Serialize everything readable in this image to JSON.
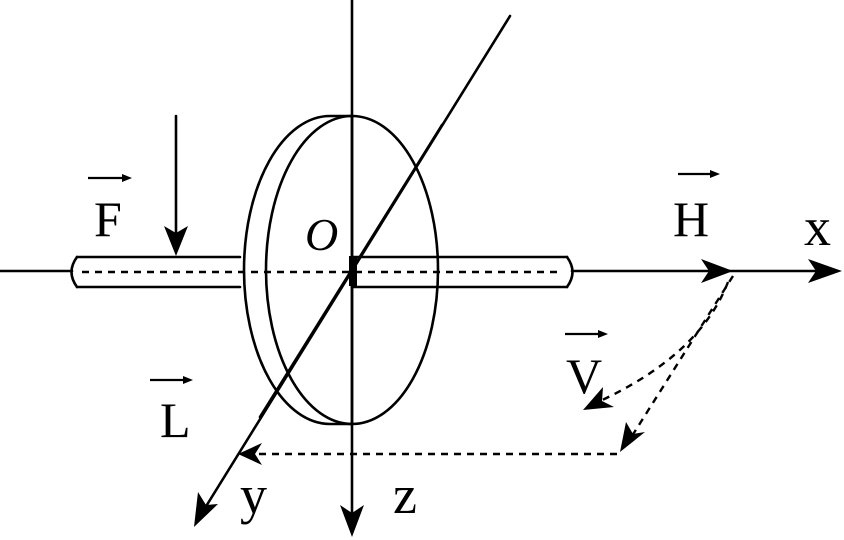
{
  "labels": {
    "origin": "O",
    "x_axis": "x",
    "y_axis": "y",
    "z_axis": "z",
    "force": "F",
    "angular_momentum": "H",
    "torque": "L",
    "velocity": "V"
  },
  "colors": {
    "ink": "#000000",
    "background": "#ffffff"
  }
}
